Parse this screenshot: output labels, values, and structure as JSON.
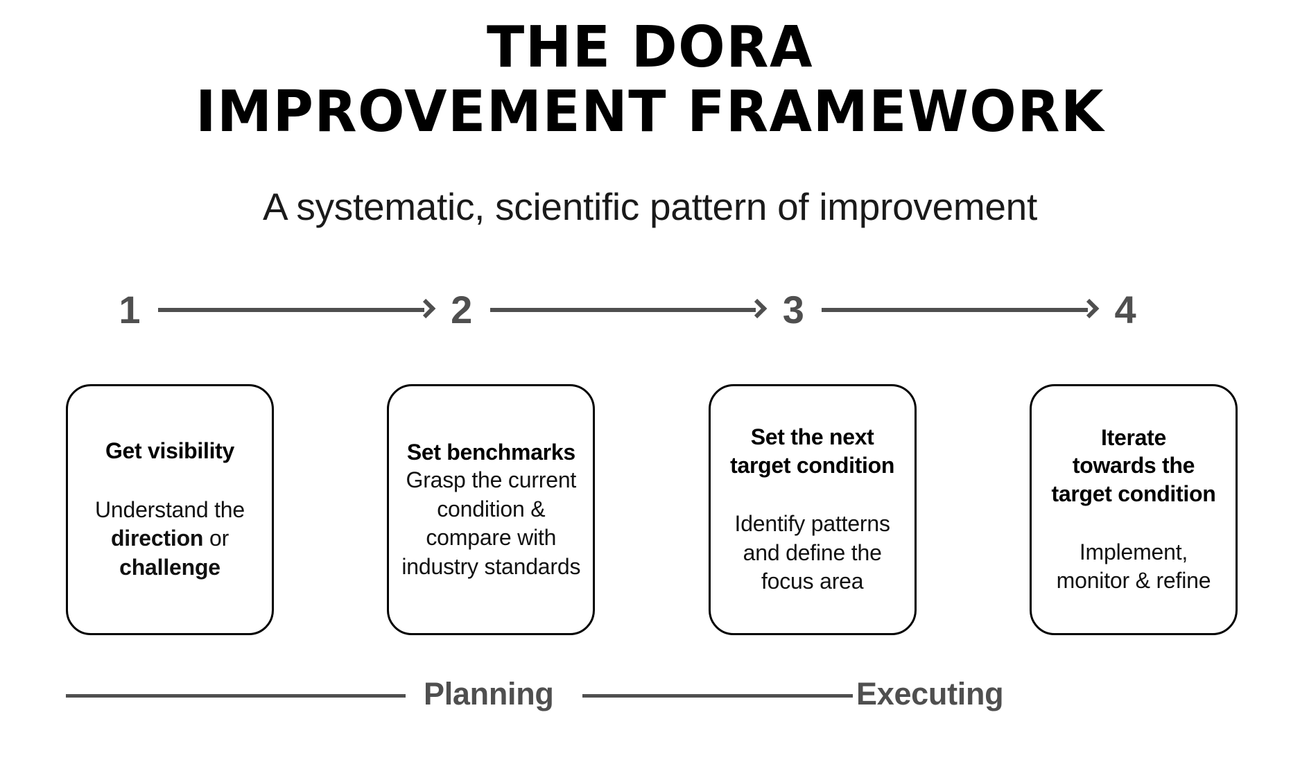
{
  "title": {
    "line1": "THE DORA",
    "line2": "IMPROVEMENT FRAMEWORK"
  },
  "subtitle": "A systematic, scientific pattern of improvement",
  "steps": [
    {
      "number": "1"
    },
    {
      "number": "2"
    },
    {
      "number": "3"
    },
    {
      "number": "4"
    }
  ],
  "cards": [
    {
      "heading": "Get visibility",
      "body_line1": "Understand the",
      "body_bold1": "direction",
      "body_mid": " or ",
      "body_bold2": "challenge"
    },
    {
      "heading": "Set benchmarks",
      "body": "Grasp the current condition & compare with industry standards"
    },
    {
      "heading_line1": "Set the next",
      "heading_line2": "target condition",
      "body": "Identify patterns and define the focus area"
    },
    {
      "heading_line1": "Iterate",
      "heading_line2": "towards the",
      "heading_line3": "target condition",
      "body": "Implement, monitor & refine"
    }
  ],
  "phases": {
    "planning": "Planning",
    "executing": "Executing"
  },
  "colors": {
    "accent_gray": "#4f4f4f",
    "ink": "#000000",
    "background": "#ffffff"
  }
}
